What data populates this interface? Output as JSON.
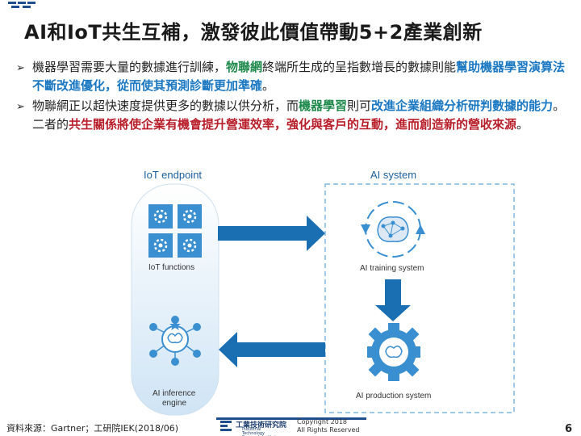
{
  "slide": {
    "title": "AI和IoT共生互補，激發彼此價值帶動5+2產業創新",
    "page_number": "6"
  },
  "bullets": [
    {
      "segments": [
        {
          "text": "機器學習需要大量的數據進行訓練，",
          "style": "plain"
        },
        {
          "text": "物聯網",
          "style": "green"
        },
        {
          "text": "終端所生成的呈指數增長的數據則能",
          "style": "plain"
        },
        {
          "text": "幫助機器學習演算法不斷改進優化，從而使其預測診斷更加準確",
          "style": "blue"
        },
        {
          "text": "。",
          "style": "plain"
        }
      ]
    },
    {
      "segments": [
        {
          "text": "物聯網正以超快速度提供更多的數據以供分析，而",
          "style": "plain"
        },
        {
          "text": "機器學習",
          "style": "green"
        },
        {
          "text": "則可",
          "style": "plain"
        },
        {
          "text": "改進企業組織分析研判數據的能力",
          "style": "blue"
        },
        {
          "text": "。二者的",
          "style": "plain"
        },
        {
          "text": "共生關係將使企業有機會提升營運效率，強化與客戶的互動，進而創造新的營收來源",
          "style": "red"
        },
        {
          "text": "。",
          "style": "plain"
        }
      ]
    }
  ],
  "diagram": {
    "iot_endpoint_label": "IoT endpoint",
    "ai_system_label": "AI system",
    "iot_functions_label": "IoT functions",
    "ai_training_label": "AI training system",
    "ai_inference_label_line1": "AI inference",
    "ai_inference_label_line2": "engine",
    "ai_production_label": "AI production system"
  },
  "footer": {
    "source": "資料來源：Gartner；工研院IEK(2018/06)",
    "org_name": "工業技術研究院",
    "org_name_en": "Industrial Technology Research Institute",
    "copyright_line1": "Copyright  2018",
    "copyright_line2": "All Rights Reserved"
  },
  "colors": {
    "accent_blue": "#1a78c2",
    "accent_green": "#1f8a4c",
    "accent_red": "#b81f2a",
    "icon_fill": "#3a8fd0",
    "dashed_border": "#7fb8e3"
  }
}
